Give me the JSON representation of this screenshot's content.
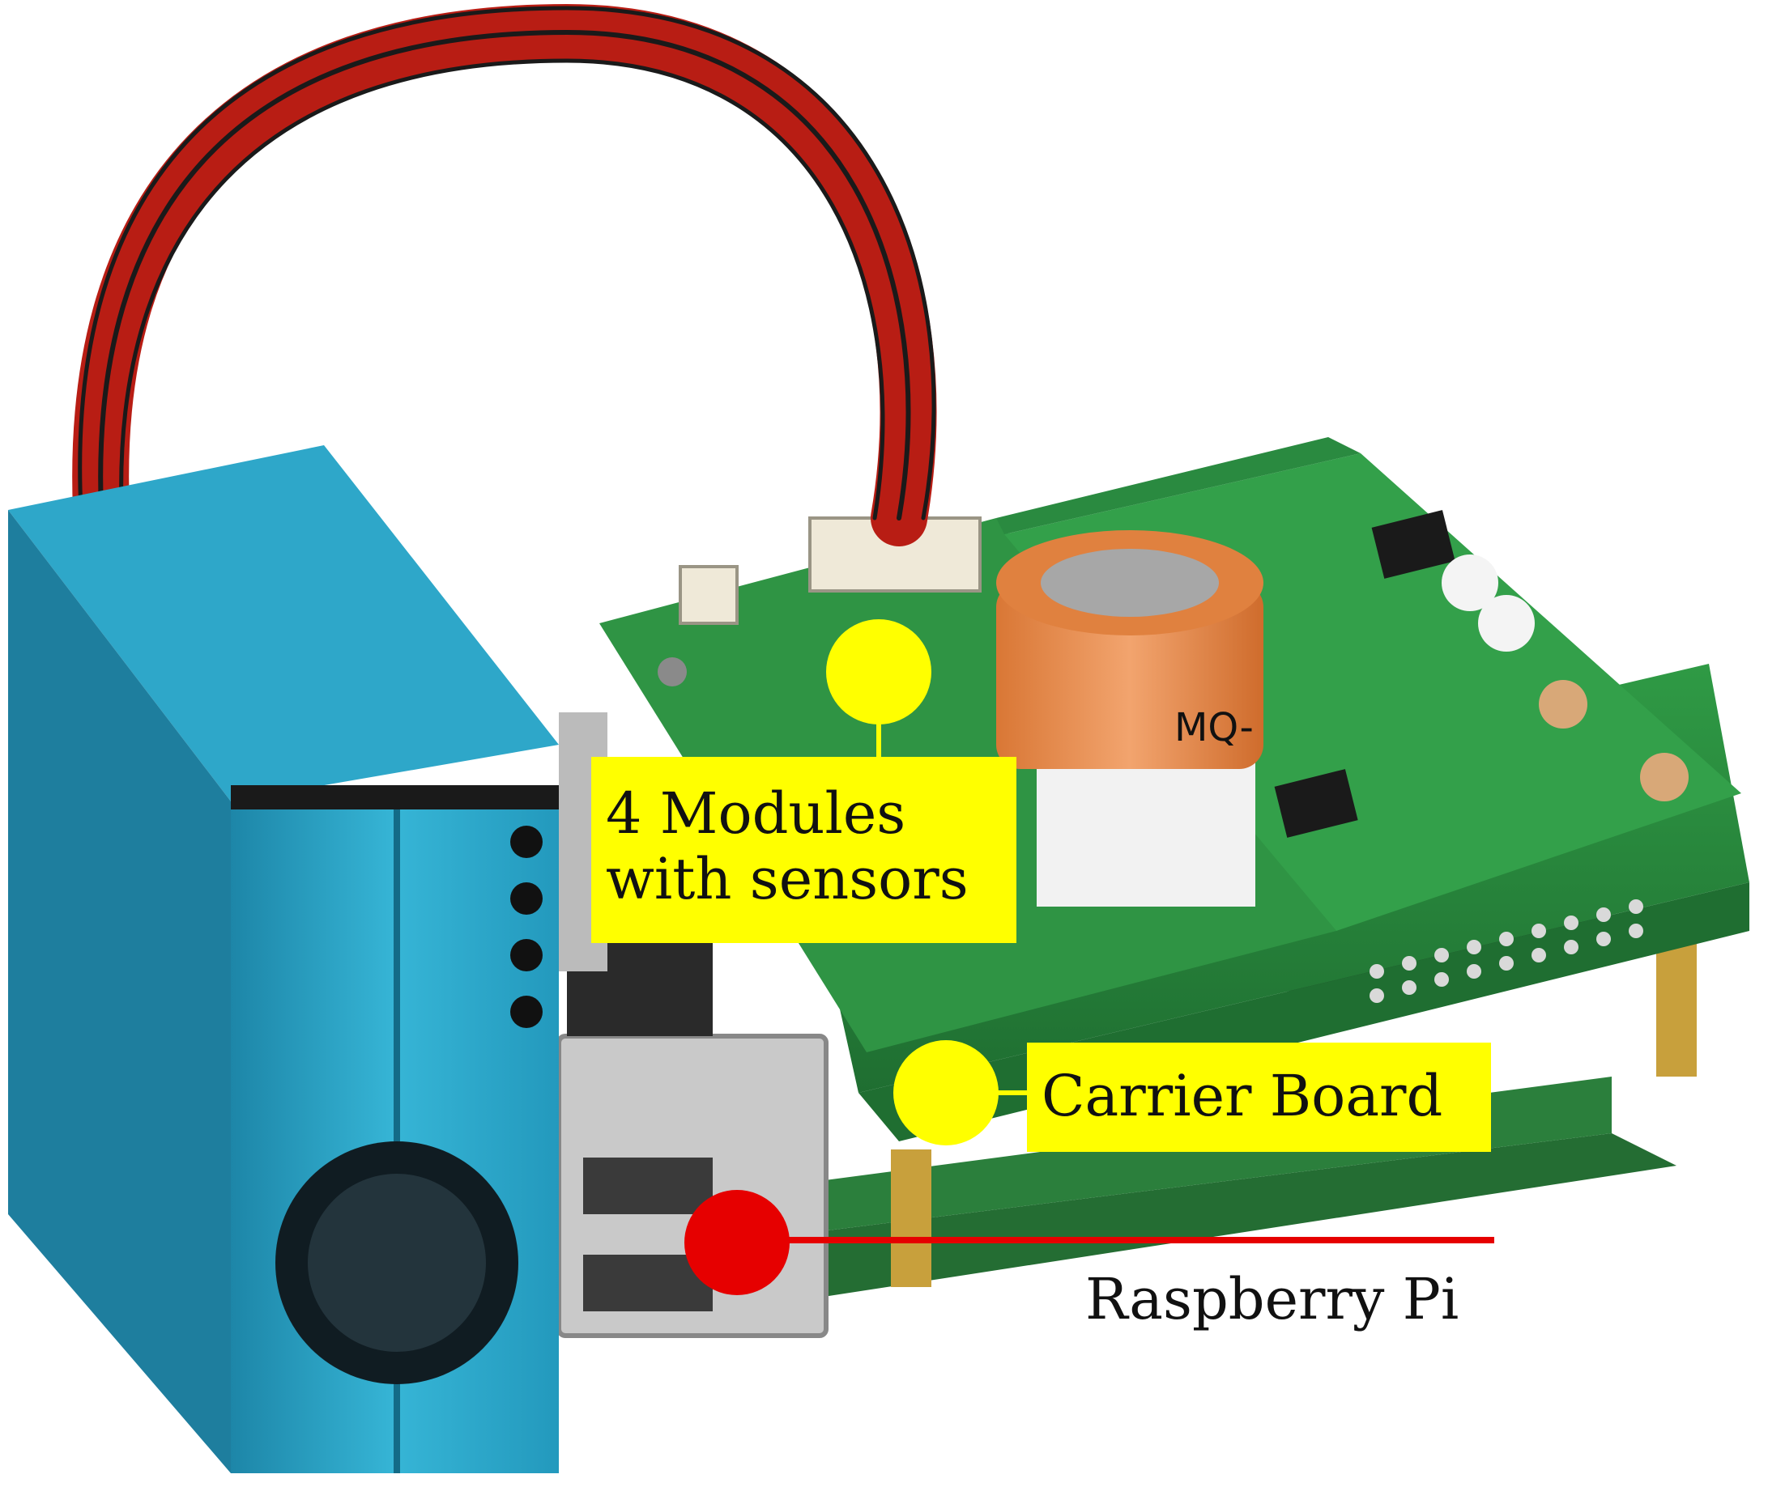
{
  "annotations": {
    "modules_label": "4 Modules\nwith sensors",
    "carrier_label": "Carrier Board",
    "rpi_label": "Raspberry Pi",
    "sensor_cap_text": "MQ-"
  },
  "colors": {
    "callout_yellow": "#ffff00",
    "callout_red": "#e60000",
    "pcb_green": "#2e8b3c",
    "sensor_blue": "#2aa5c8",
    "cable_red": "#d52a1e",
    "sensor_orange": "#e8894a"
  }
}
